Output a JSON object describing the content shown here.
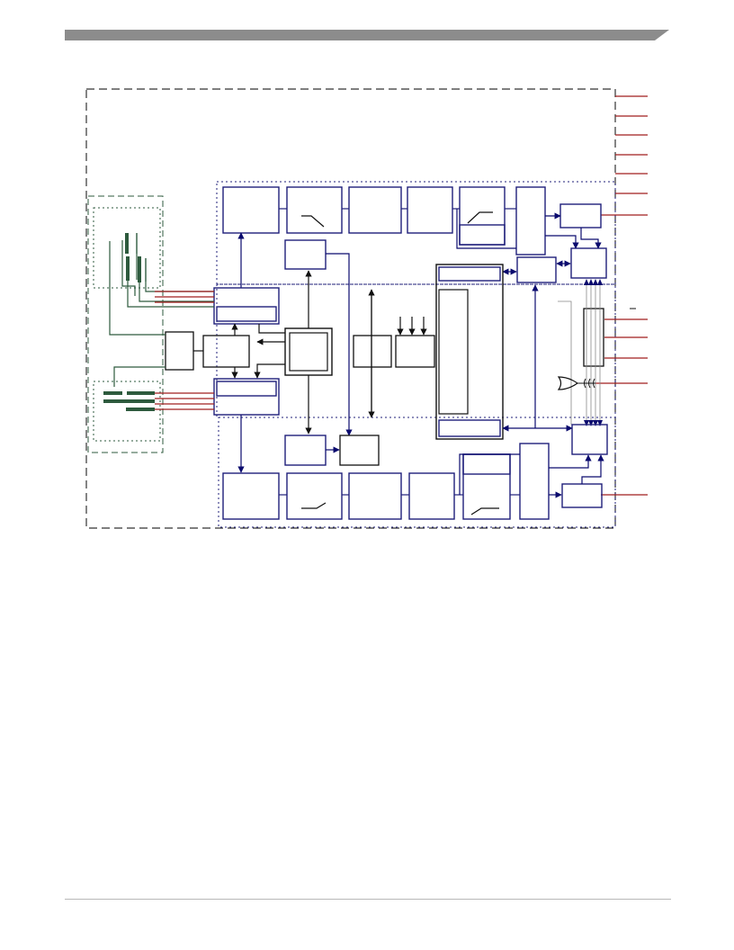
{
  "colors": {
    "header_bar": "#8c8c8c",
    "box_stroke": "#1f1f7a",
    "connector": "#0a0a6e",
    "pin": "#a01e1e",
    "passive": "#2d5a3d",
    "dashed_border": "#333333",
    "footer_rule": "#b8b8b8"
  },
  "blocks": {
    "tx_chain_blocks": 6,
    "rx_chain_blocks": 6,
    "pins_right": 12
  }
}
